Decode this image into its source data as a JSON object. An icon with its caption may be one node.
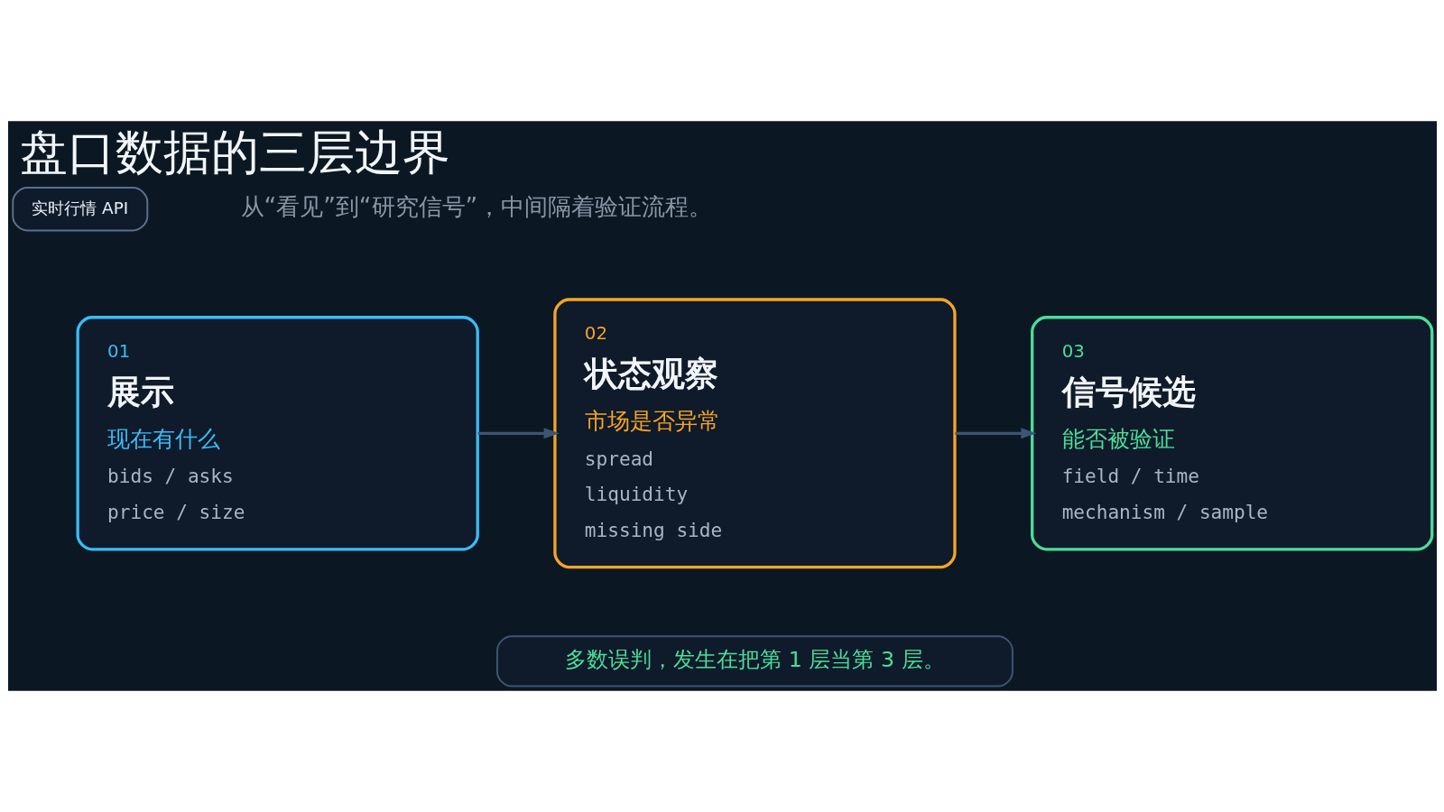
{
  "diagram": {
    "title": "盘口数据的三层边界",
    "nodes": [
      {
        "text": [
          "01",
          "展示",
          "现在有什么",
          "bids / asks",
          "price / size"
        ]
      },
      {
        "text": [
          "02",
          "状态观察",
          "市场是否异常",
          "spread",
          "liquidity",
          "missing side"
        ]
      },
      {
        "text": [
          "03",
          "信号候选",
          "能否被验证",
          "field / time",
          "mechanism / sample"
        ]
      },
      {
        "text": [
          "多数误判，发生在把第 1 层当第 3 层。"
        ]
      },
      {
        "text": [
          "实时行情 API"
        ]
      }
    ],
    "edges": [
      {
        "from": 0,
        "to": 1,
        "arrow": "to"
      },
      {
        "from": 1,
        "to": 2,
        "arrow": "to"
      }
    ],
    "labels": [
      "从“看见”到“研究信号”，中间隔着验证流程。"
    ]
  }
}
